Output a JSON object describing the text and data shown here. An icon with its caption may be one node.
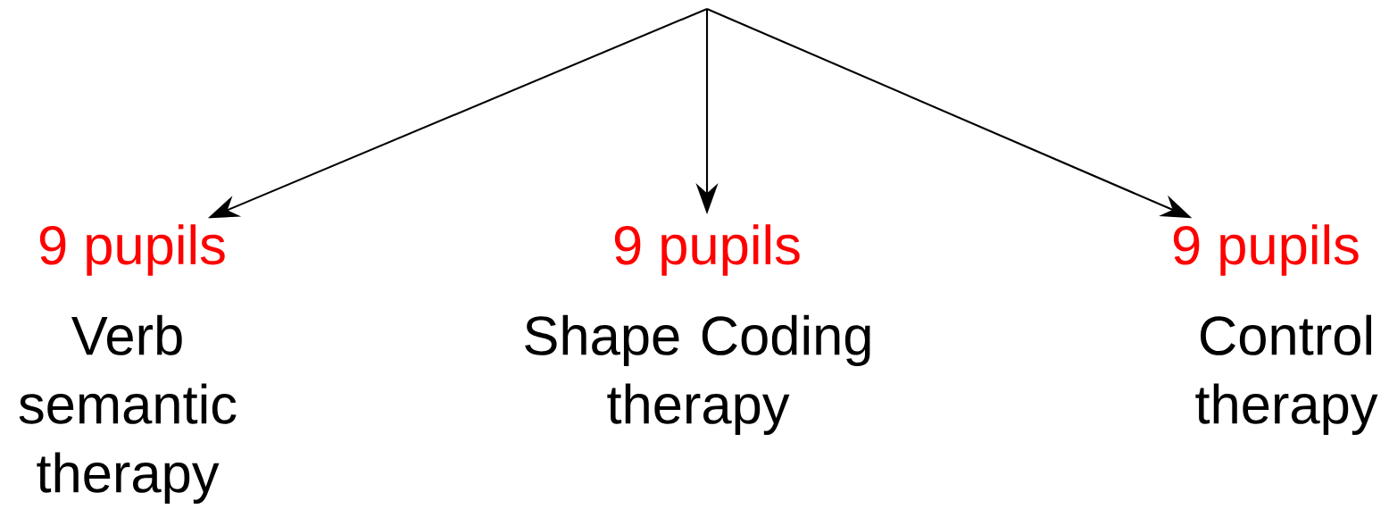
{
  "diagram": {
    "nodes": [
      {
        "text": [
          "9 pupils",
          "Verb semantic therapy"
        ]
      },
      {
        "text": [
          "9 pupils",
          "Shape Coding therapy"
        ]
      },
      {
        "text": [
          "9 pupils",
          "Control therapy"
        ]
      }
    ],
    "edges": [
      {
        "from": null,
        "to": 0,
        "arrow": "to"
      },
      {
        "from": null,
        "to": 1,
        "arrow": "to"
      },
      {
        "from": null,
        "to": 2,
        "arrow": "to"
      }
    ]
  }
}
